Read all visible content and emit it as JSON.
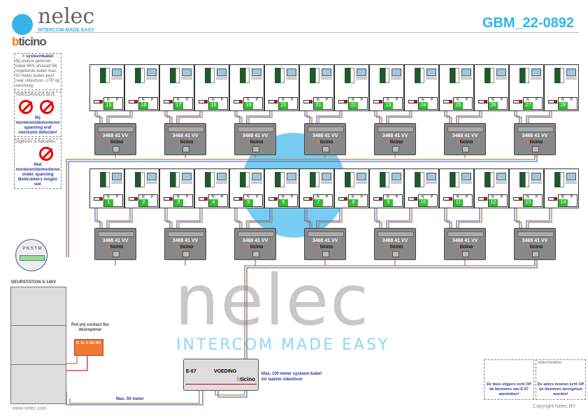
{
  "header": {
    "brand": "nelec",
    "tagline": "INTERCOM MADE EASY",
    "partner_logo": "bticino",
    "document_id": "GBM_22-0892"
  },
  "legend": {
    "cable": {
      "title": "= systeemkabel",
      "text": "Bij andere getwiste kabel 66% afstand! Bij ongetwiste kabel max. 50 meter buiten-post naar videofoon. UTP op aanvraag."
    },
    "bus": {
      "title": "TWEEDRAADS BUS",
      "warning": "Bij monteren/demonteren spanning eraf voorkomt defecten!"
    },
    "flat": {
      "title": "Digitizers & flatcables",
      "warning": "Niet monteren/demonteren onder spanning Beldrukkers mogen wel"
    }
  },
  "units_top": [
    "15",
    "16",
    "17",
    "18",
    "19",
    "20",
    "21",
    "22",
    "23",
    "24",
    "25",
    "26",
    "27",
    "28"
  ],
  "units_bottom": [
    "1",
    "2",
    "3",
    "4",
    "5",
    "6",
    "7",
    "8",
    "9",
    "10",
    "11",
    "12",
    "13",
    "14"
  ],
  "unit_labels": {
    "n": "N",
    "p": "P"
  },
  "distributor": {
    "model": "3468 41  VV",
    "brand": "bticino"
  },
  "distributor_count_per_row": 7,
  "door_station": {
    "title": "DEURSTATION S-140V",
    "terminals": "P N S T M"
  },
  "relay": {
    "title": "Pot.vrij contact tbv deuropener",
    "terminals": "S-  S+ C NC NO"
  },
  "power_supply": {
    "model": "E-67",
    "label": "VOEDING",
    "brand": "bticino"
  },
  "notes": {
    "max100": "Max. 100 meter systeem-kabel tot laatste videofoon",
    "max50": "Max. 50 meter"
  },
  "bottom_boxes": [
    {
      "title": "",
      "text": "De twee stijgers echt OP de klemmen van E-67 aansluiten!"
    },
    {
      "title": "VideoVerdeler",
      "text": "De aders moeten echt OP de klemmen doorgelust worden!"
    }
  ],
  "footer": {
    "website": "www.nelec.com",
    "copyright": "Copyright Nelec BV"
  },
  "colors": {
    "accent": "#2bb7ee",
    "cable_brown": "#b0804a",
    "cable_blue": "#6070c8",
    "terminal_green": "#2fc02f"
  }
}
